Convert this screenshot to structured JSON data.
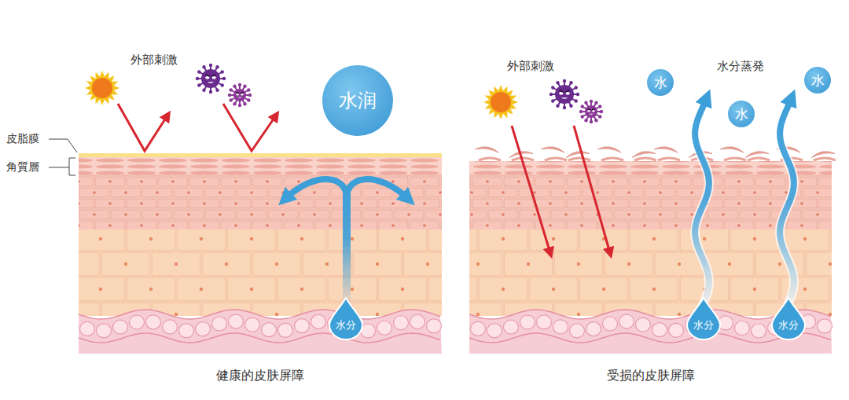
{
  "diagram": {
    "nodes": [
      {
        "text": [
          "水润"
        ]
      },
      {
        "text": [
          "水分"
        ]
      },
      {
        "text": [
          "水"
        ]
      },
      {
        "text": [
          "水"
        ]
      },
      {
        "text": [
          "水"
        ]
      },
      {
        "text": [
          "水分"
        ]
      },
      {
        "text": [
          "水分"
        ]
      }
    ],
    "labels": [
      "外部刺激",
      "皮脂膜",
      "角質層",
      "外部刺激",
      "水分蒸発",
      "健康的皮肤屏障",
      "受损的皮肤屏障"
    ]
  }
}
